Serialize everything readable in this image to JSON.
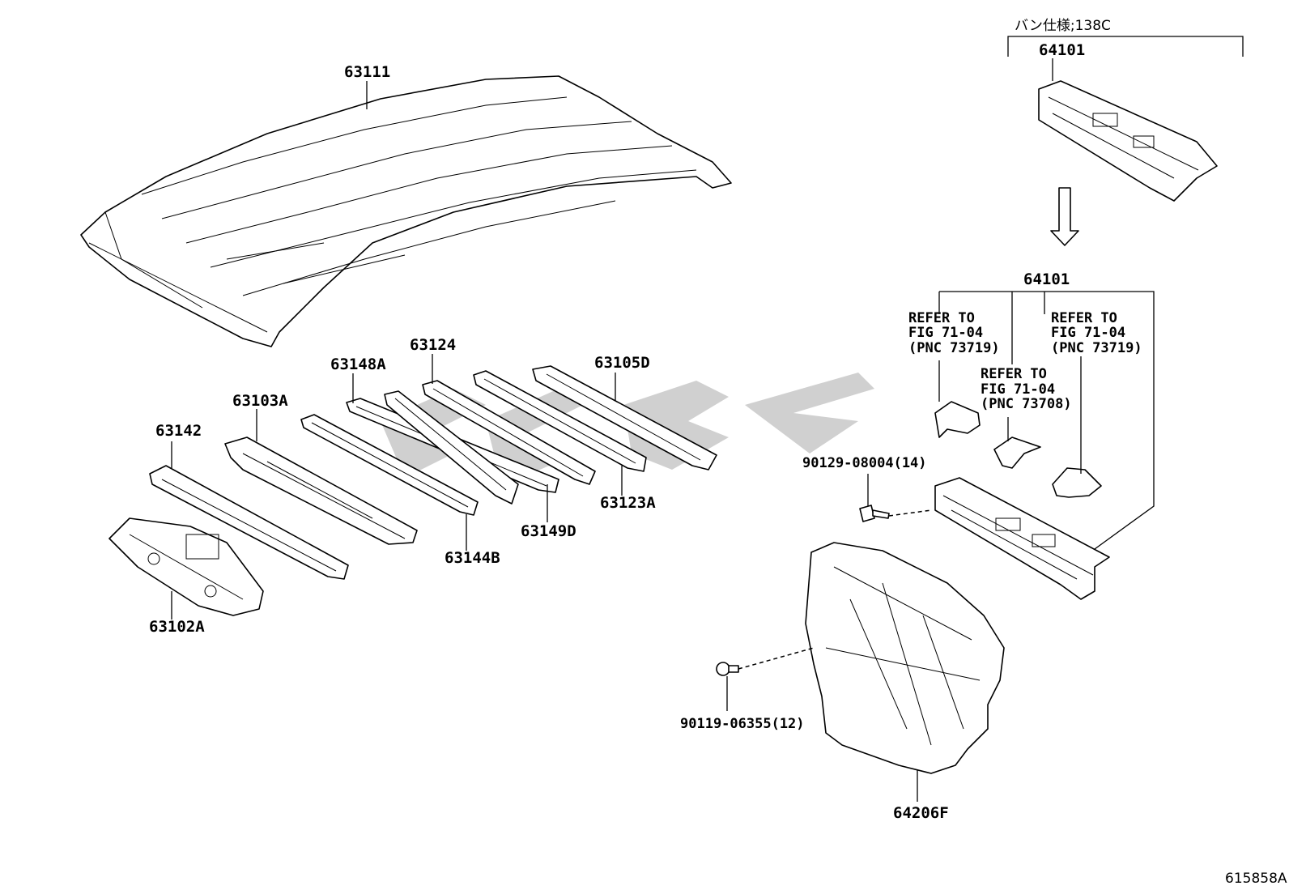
{
  "diagram": {
    "variant_note": "バン仕様;138C",
    "footer_code": "615858A",
    "watermark_color": "#c8c8c8",
    "parts": {
      "roof_panel": "63111",
      "roof_bow_a": "63142",
      "roof_bow_b": "63103A",
      "roof_bow_c": "63148A",
      "roof_bow_d": "63124",
      "roof_bow_e": "63105D",
      "roof_bow_f": "63144B",
      "roof_bow_g": "63149D",
      "roof_bow_h": "63123A",
      "front_header": "63102A",
      "back_panel_variant": "64101",
      "back_panel": "64101",
      "back_panel_lower": "64206F",
      "bolt": "90129-08004(14)",
      "clip": "90119-06355(12)"
    },
    "refs": [
      {
        "line1": "REFER TO",
        "line2": "FIG 71-04",
        "line3": "(PNC 73719)"
      },
      {
        "line1": "REFER TO",
        "line2": "FIG 71-04",
        "line3": "(PNC 73708)"
      },
      {
        "line1": "REFER TO",
        "line2": "FIG 71-04",
        "line3": "(PNC 73719)"
      }
    ]
  }
}
